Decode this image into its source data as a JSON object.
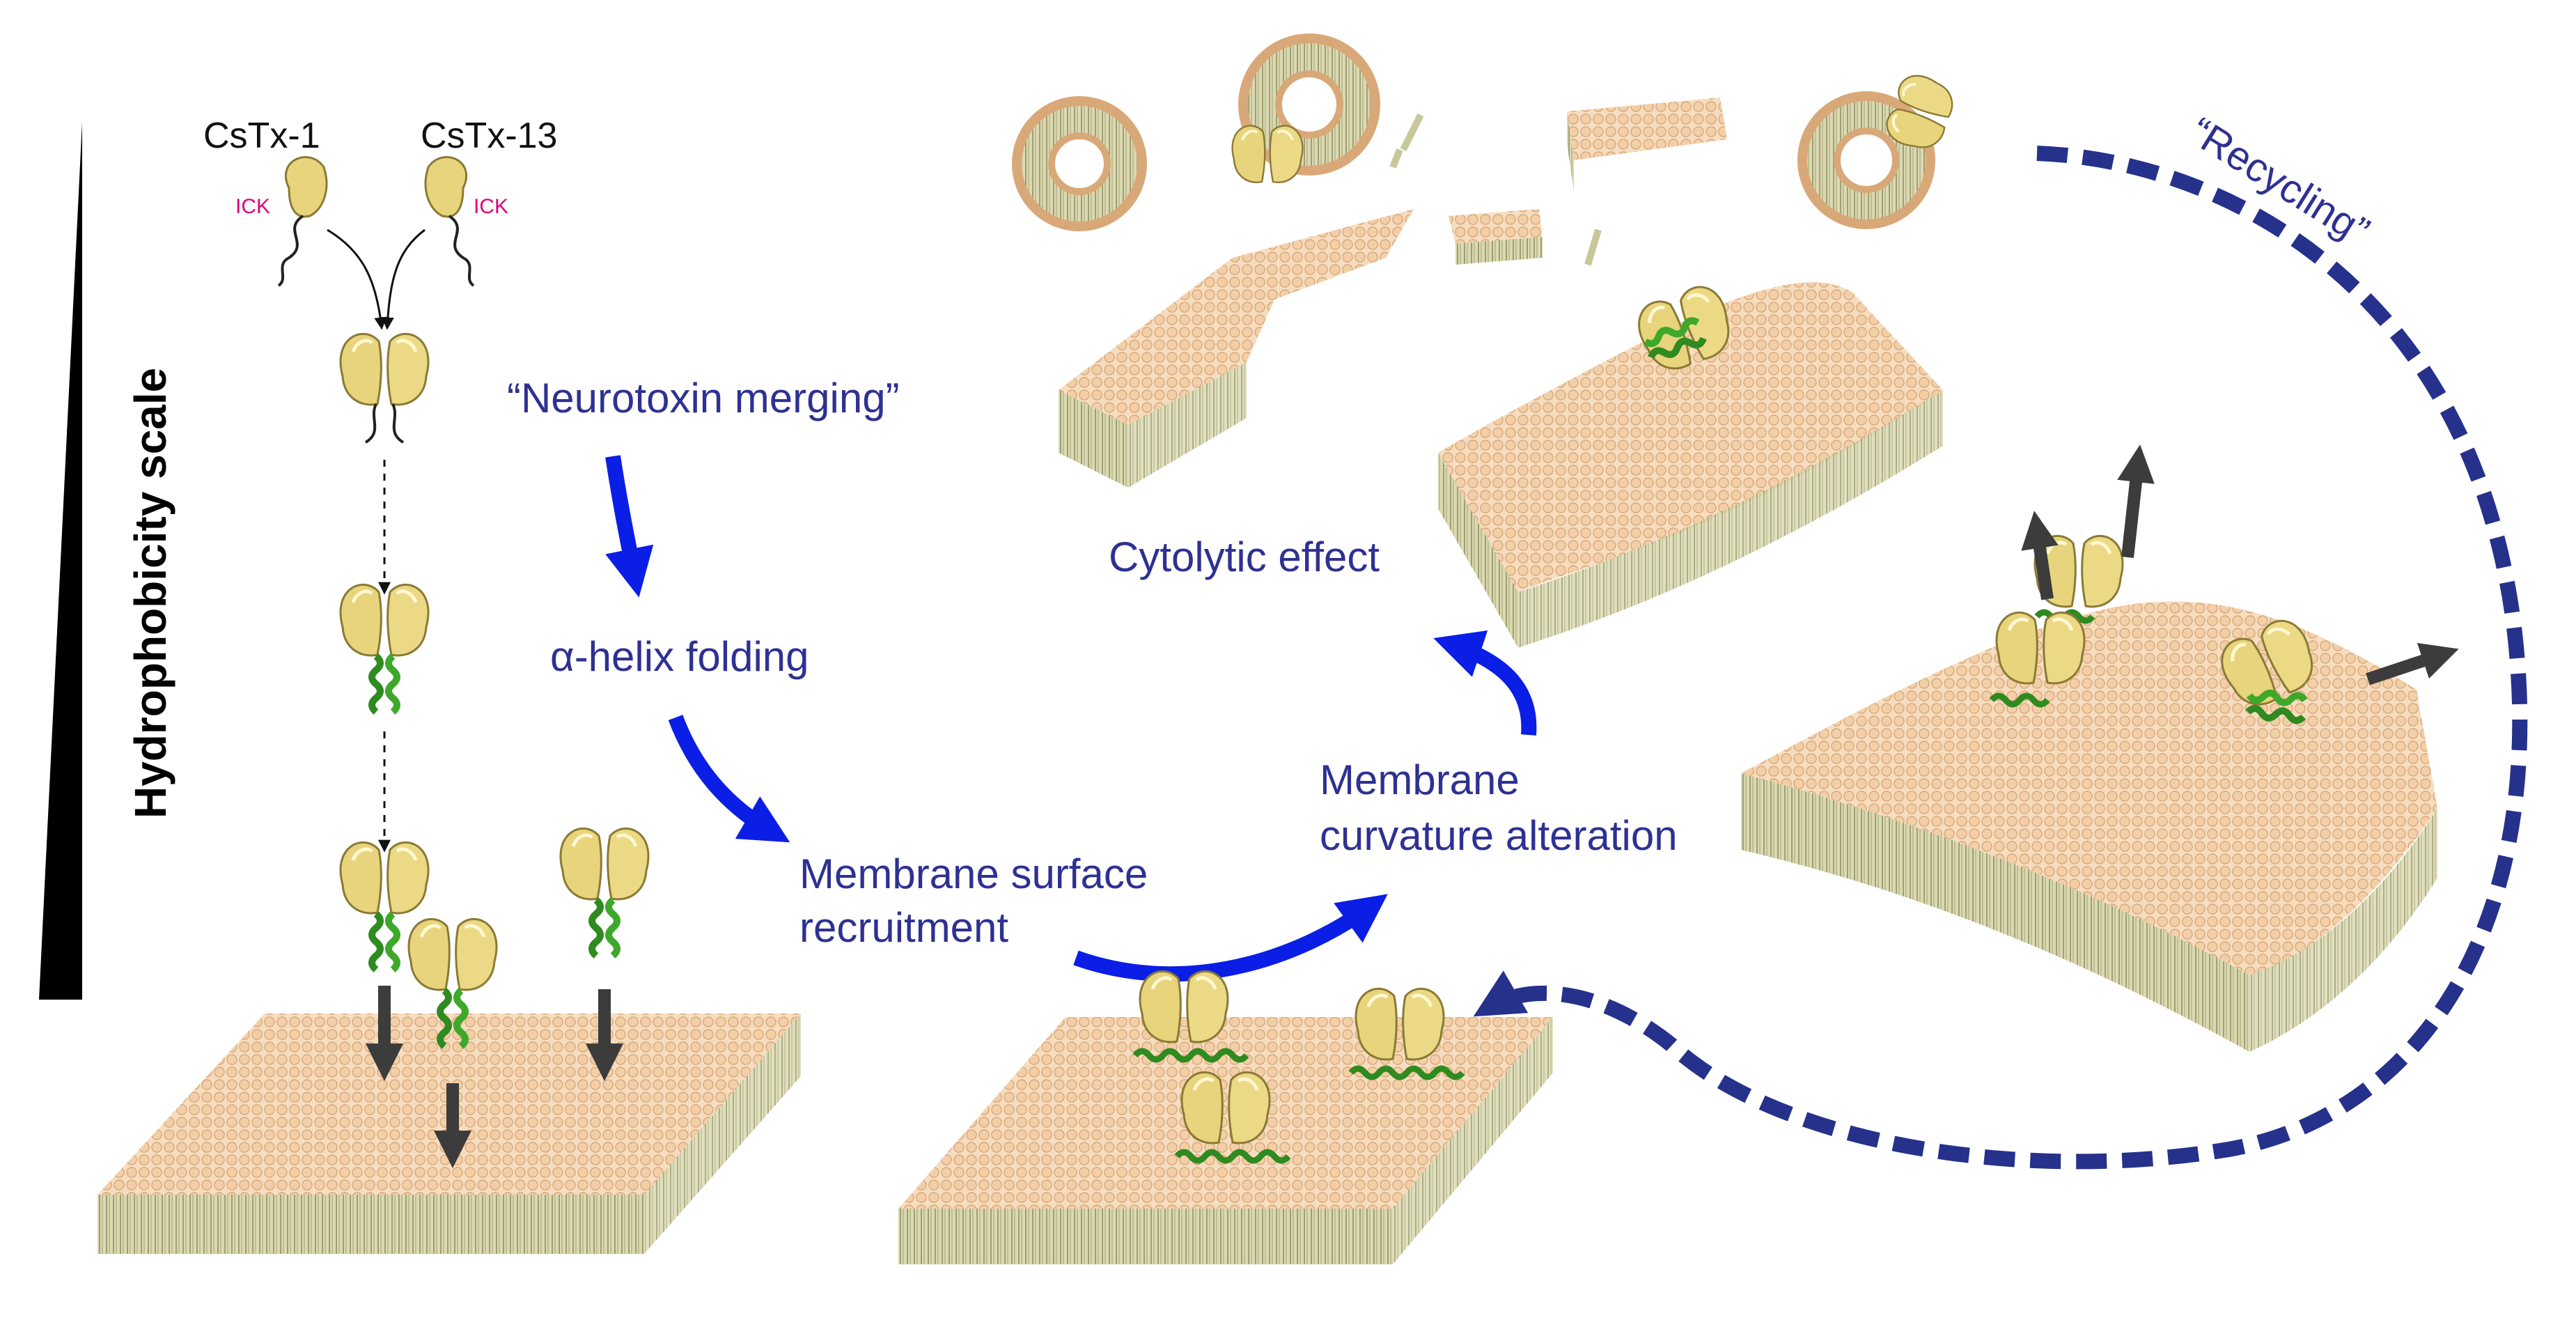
{
  "labels": {
    "axis": "Hydrophobicity scale",
    "toxin_left": "CsTx-1",
    "toxin_right": "CsTx-13",
    "ick_left": "ICK",
    "ick_right": "ICK",
    "step_merging": "“Neurotoxin merging”",
    "step_folding": "α-helix folding",
    "step_recruit_1": "Membrane surface",
    "step_recruit_2": "recruitment",
    "step_curvature_1": "Membrane",
    "step_curvature_2": "curvature alteration",
    "step_cytolytic": "Cytolytic effect",
    "step_recycling": "“Recycling”"
  },
  "colors": {
    "flow_blue": "#0a1ee6",
    "recycle_blue": "#26318c",
    "label_blue": "#2e3192",
    "ick_pink": "#e0007a",
    "helix_green": "#2f8a1f",
    "protein_yellow": "#e6d27a",
    "lipid_head": "#f2d3b0",
    "lipid_tail": "#c7c89a",
    "arrow_gray": "#3c3c3c"
  }
}
